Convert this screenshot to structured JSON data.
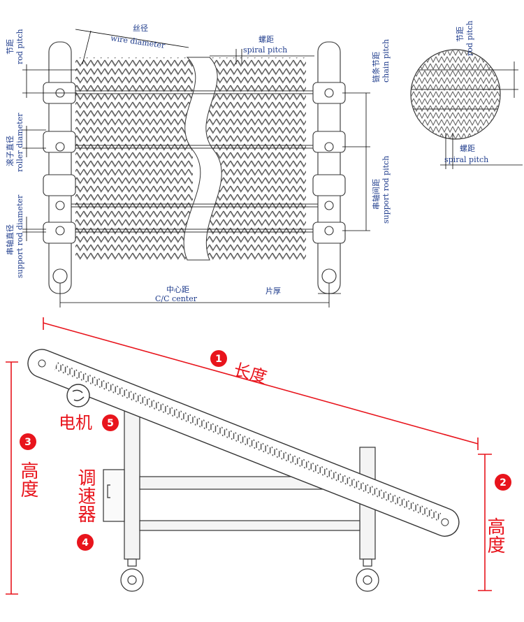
{
  "colors": {
    "label_blue": "#1f3c8c",
    "marker_red": "#e8141c",
    "line": "#222222"
  },
  "top_diagram": {
    "wire_diameter_cn": "丝径",
    "wire_diameter_en": "wire diameter",
    "spiral_pitch_cn": "螺距",
    "spiral_pitch_en": "spiral pitch",
    "rod_pitch_cn": "节距",
    "rod_pitch_en": "rod pitch",
    "chain_pitch_cn": "链条节距",
    "chain_pitch_en": "chain pitch",
    "roller_diameter_cn": "滚子直径",
    "roller_diameter_en": "roller diameter",
    "support_rod_pitch_cn": "串轴间距",
    "support_rod_pitch_en": "support rod pitch",
    "support_rod_diameter_cn": "串轴直径",
    "support_rod_diameter_en": "support rod diameter",
    "cc_center_cn": "中心距",
    "cc_center_en": "C/C center",
    "plate_thickness_cn": "片厚"
  },
  "detail_view": {
    "rod_pitch_cn": "节距",
    "rod_pitch_en": "rod pitch",
    "spiral_pitch_cn": "螺距",
    "spiral_pitch_en": "spiral pitch"
  },
  "conveyor": {
    "length": {
      "num": "1",
      "label": "长度"
    },
    "right_height": {
      "num": "2",
      "label": "高度"
    },
    "left_height": {
      "num": "3",
      "label": "高度"
    },
    "controller": {
      "num": "4",
      "label": "调速器"
    },
    "motor": {
      "num": "5",
      "label": "电机"
    }
  }
}
